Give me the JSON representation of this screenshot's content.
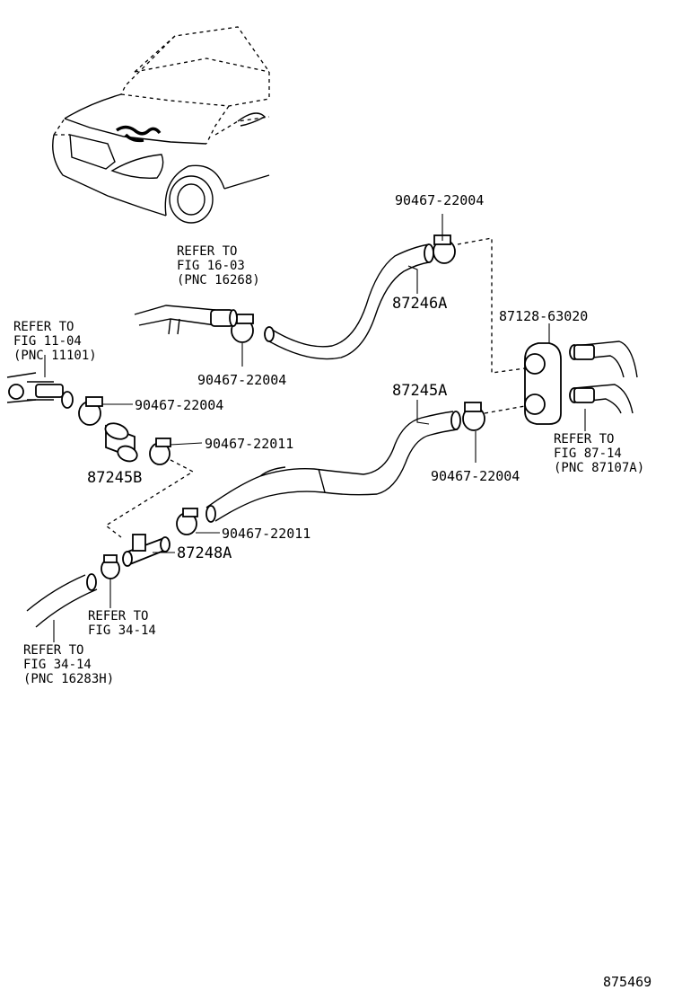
{
  "labels": {
    "clamp_top": "90467-22004",
    "hose_upper": "87246A",
    "valve_plate": "87128-63020",
    "refer_fig16_l1": "REFER TO",
    "refer_fig16_l2": "FIG 16-03",
    "refer_fig16_l3": "(PNC 16268)",
    "clamp_mid_upper": "90467-22004",
    "refer_fig11_l1": "REFER TO",
    "refer_fig11_l2": "FIG 11-04",
    "refer_fig11_l3": "(PNC 11101)",
    "clamp_left": "90467-22004",
    "hose_lower": "87245A",
    "clamp_small_1": "90467-22011",
    "hose_short": "87245B",
    "clamp_right": "90467-22004",
    "refer_fig87_l1": "REFER TO",
    "refer_fig87_l2": "FIG 87-14",
    "refer_fig87_l3": "(PNC 87107A)",
    "clamp_small_2": "90467-22011",
    "tee_joint": "87248A",
    "refer_fig34a_l1": "REFER TO",
    "refer_fig34a_l2": "FIG 34-14",
    "refer_fig34b_l1": "REFER TO",
    "refer_fig34b_l2": "FIG 34-14",
    "refer_fig34b_l3": "(PNC 16283H)",
    "diagram_number": "875469"
  }
}
